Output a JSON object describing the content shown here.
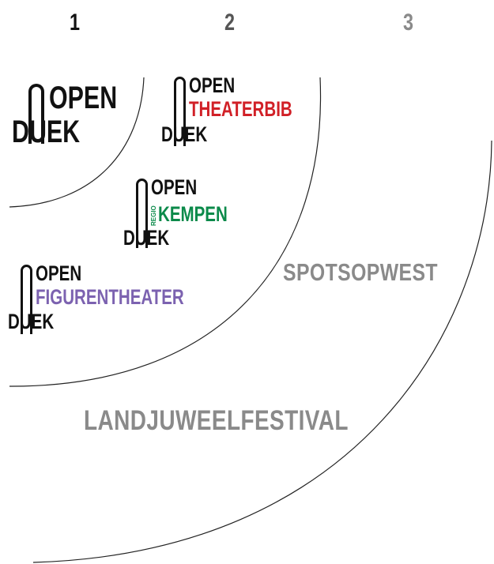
{
  "columns": [
    {
      "label": "1",
      "color": "#111111"
    },
    {
      "label": "2",
      "color": "#555555"
    },
    {
      "label": "3",
      "color": "#8a8a8a"
    }
  ],
  "logos": {
    "main": {
      "line1": "OPEN",
      "line2": "DUEK"
    },
    "theaterbib": {
      "line1": "OPEN",
      "accent": "THEATERBIB",
      "line3": "DUEK",
      "accent_color": "#d12027"
    },
    "kempen": {
      "line1": "OPEN",
      "accent": "KEMPEN",
      "vertical": "REGIO",
      "line3": "DUEK",
      "accent_color": "#0b8a4a"
    },
    "figurentheater": {
      "line1": "OPEN",
      "accent": "FIGURENTHEATER",
      "line3": "DUEK",
      "accent_color": "#7c62b0"
    }
  },
  "labels": {
    "spotsopwest": "SPOTSOPWEST",
    "landjuweel": "LANDJUWEELFESTIVAL",
    "color": "#8a8a8a"
  },
  "arc_color": "#222222"
}
